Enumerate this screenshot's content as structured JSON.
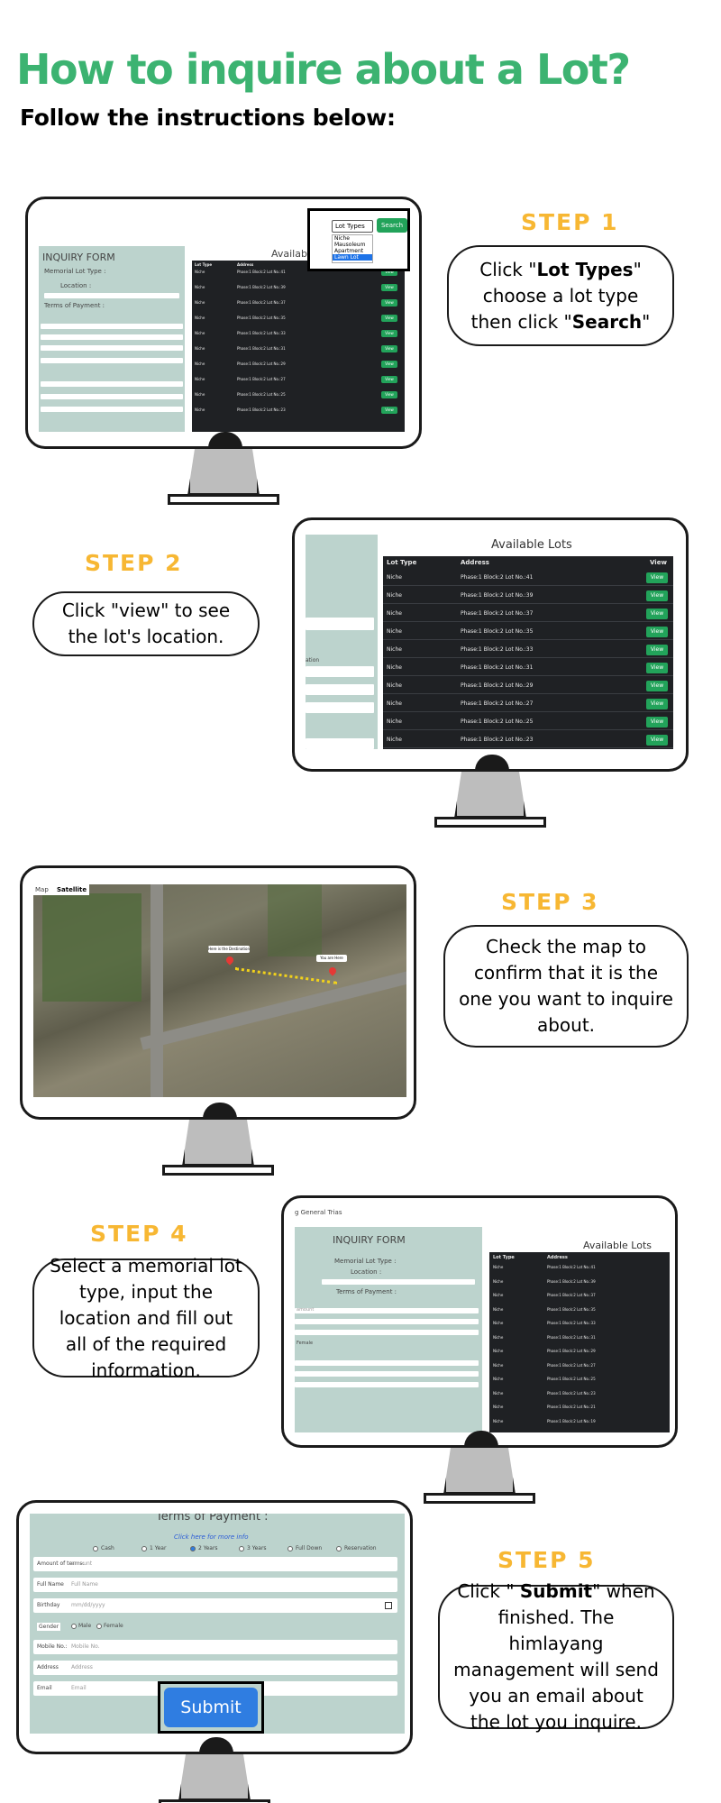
{
  "header": {
    "title": "How to inquire about a Lot?",
    "subtitle": "Follow the instructions below:"
  },
  "steps": [
    {
      "label": "STEP 1",
      "text_parts": [
        "Click \"",
        "Lot Types",
        "\" choose a lot type then click \"",
        "Search",
        "\""
      ]
    },
    {
      "label": "STEP 2",
      "text": "Click \"view\" to see the lot's location."
    },
    {
      "label": "STEP 3",
      "text": "Check the map to confirm that it is the one you want to inquire about."
    },
    {
      "label": "STEP 4",
      "text": "Select a memorial lot type, input the location and fill out all of the required information."
    },
    {
      "label": "STEP 5",
      "text_parts": [
        "Click \" ",
        "Submit",
        "\" when finished. The himlayang management will send you an email about the lot you inquire."
      ]
    }
  ],
  "screen1": {
    "form_title": "INQUIRY FORM",
    "memorial_label": "Memorial Lot Type :",
    "location_label": "Location :",
    "terms_label": "Terms of Payment :",
    "available_label": "Available",
    "dropdown_selected": "Lot Types",
    "dropdown_options": [
      "Niche",
      "Mausoleum",
      "Apartment",
      "Lawn Lot"
    ],
    "search_button": "Search"
  },
  "screen2": {
    "title": "Available Lots",
    "headers": [
      "Lot Type",
      "Address",
      "View"
    ],
    "rows": [
      [
        "Niche",
        "Phase:1 Block:2 Lot No.:41"
      ],
      [
        "Niche",
        "Phase:1 Block:2 Lot No.:39"
      ],
      [
        "Niche",
        "Phase:1 Block:2 Lot No.:37"
      ],
      [
        "Niche",
        "Phase:1 Block:2 Lot No.:35"
      ],
      [
        "Niche",
        "Phase:1 Block:2 Lot No.:33"
      ],
      [
        "Niche",
        "Phase:1 Block:2 Lot No.:31"
      ],
      [
        "Niche",
        "Phase:1 Block:2 Lot No.:29"
      ],
      [
        "Niche",
        "Phase:1 Block:2 Lot No.:27"
      ],
      [
        "Niche",
        "Phase:1 Block:2 Lot No.:25"
      ],
      [
        "Niche",
        "Phase:1 Block:2 Lot No.:23"
      ]
    ],
    "view_label": "View",
    "side_text": "ation"
  },
  "screen3": {
    "map_tab": "Map",
    "satellite_tab": "Satellite",
    "pin_dest": "Here is the Destination",
    "pin_you": "You are Here"
  },
  "screen4": {
    "top_text": "g General Trias",
    "form_title": "INQUIRY FORM",
    "memorial_label": "Memorial Lot Type :",
    "location_label": "Location :",
    "terms_label": "Terms of Payment :",
    "available_title": "Available Lots",
    "headers": [
      "Lot Type",
      "Address"
    ],
    "rows": [
      [
        "Niche",
        "Phase:1 Block:2 Lot No.:41"
      ],
      [
        "Niche",
        "Phase:1 Block:2 Lot No.:39"
      ],
      [
        "Niche",
        "Phase:1 Block:2 Lot No.:37"
      ],
      [
        "Niche",
        "Phase:1 Block:2 Lot No.:35"
      ],
      [
        "Niche",
        "Phase:1 Block:2 Lot No.:33"
      ],
      [
        "Niche",
        "Phase:1 Block:2 Lot No.:31"
      ],
      [
        "Niche",
        "Phase:1 Block:2 Lot No.:29"
      ],
      [
        "Niche",
        "Phase:1 Block:2 Lot No.:27"
      ],
      [
        "Niche",
        "Phase:1 Block:2 Lot No.:25"
      ],
      [
        "Niche",
        "Phase:1 Block:2 Lot No.:23"
      ],
      [
        "Niche",
        "Phase:1 Block:2 Lot No.:21"
      ],
      [
        "Niche",
        "Phase:1 Block:2 Lot No.:19"
      ]
    ],
    "amount_placeholder": "amount",
    "gender_hint": "Female"
  },
  "screen5": {
    "terms_label": "Terms of Payment :",
    "more_info": "Click here for more info",
    "payment_options": [
      "Cash",
      "1 Year",
      "2 Years",
      "3 Years",
      "Full Down",
      "Reservation"
    ],
    "fields": [
      {
        "label": "Amount of terms:",
        "placeholder": "amount"
      },
      {
        "label": "Full Name",
        "placeholder": "Full Name"
      },
      {
        "label": "Birthday",
        "placeholder": "mm/dd/yyyy"
      },
      {
        "label": "Gender",
        "placeholder": ""
      },
      {
        "label": "Mobile No.:",
        "placeholder": "Mobile No."
      },
      {
        "label": "Address",
        "placeholder": "Address"
      },
      {
        "label": "Email",
        "placeholder": "Email"
      }
    ],
    "gender_options": [
      "Male",
      "Female"
    ],
    "submit_label": "Submit"
  }
}
